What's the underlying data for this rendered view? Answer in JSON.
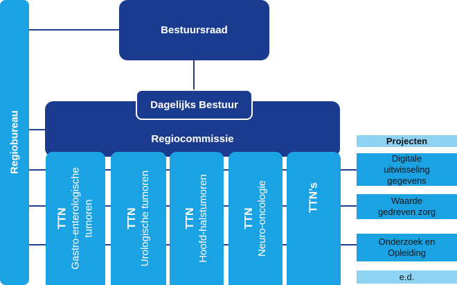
{
  "colors": {
    "dark_navy": "#1b3c8e",
    "bright_blue": "#1aa2e3",
    "light_blue": "#8fd3f3",
    "lines": "#1f3f8f"
  },
  "bestuursraad": "Bestuursraad",
  "dagelijks_bestuur": "Dagelijks Bestuur",
  "regiocommissie": "Regiocommissie",
  "regiobureau": "Regiobureau",
  "ttn_columns": [
    {
      "line1": "TTN",
      "line2": "Gastro-enterologische",
      "line3": "tumoren"
    },
    {
      "line1": "TTN",
      "line2": "Urologische tumoren"
    },
    {
      "line1": "TTN",
      "line2": "Hoofd-halstumoren"
    },
    {
      "line1": "TTN",
      "line2": "Neuro-oncologie"
    },
    {
      "line1": "TTN’s"
    }
  ],
  "projecten": {
    "header": "Projecten",
    "items": [
      {
        "line1": "Digitale",
        "line2": "uitwisseling",
        "line3": "gegevens"
      },
      {
        "line1": "Waarde",
        "line2": "gedreven zorg"
      },
      {
        "line1": "Onderzoek en",
        "line2": "Opleiding"
      },
      {
        "line1": "e.d."
      }
    ]
  }
}
